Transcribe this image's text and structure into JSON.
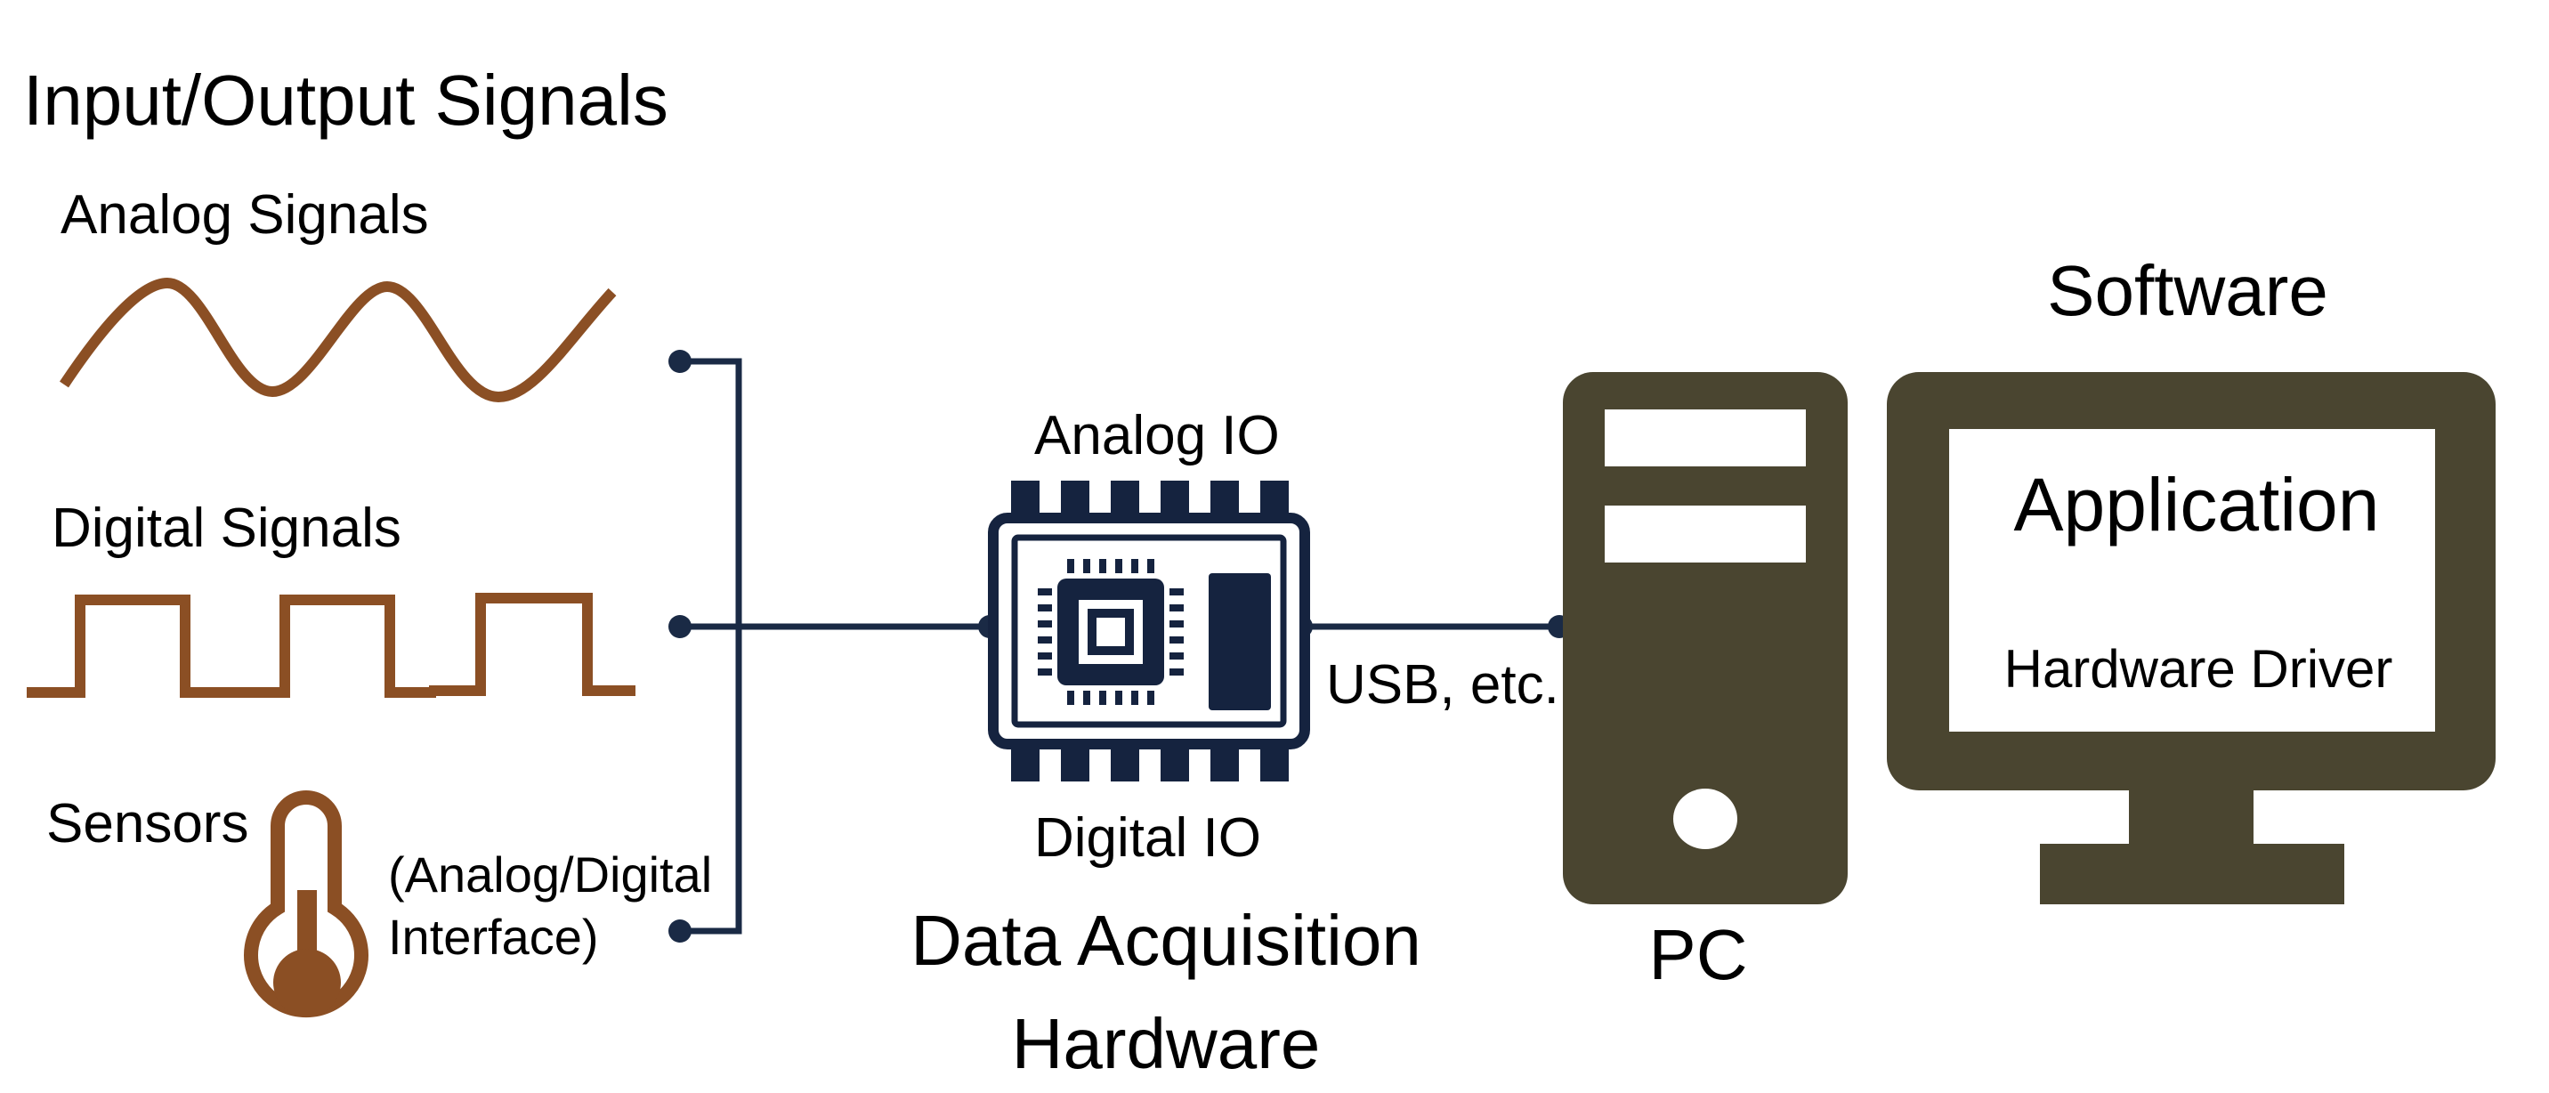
{
  "title": "Input/Output Signals",
  "signals": {
    "analog": "Analog Signals",
    "digital": "Digital Signals",
    "sensors": "Sensors",
    "sensor_interface_line1": "(Analog/Digital",
    "sensor_interface_line2": "Interface)"
  },
  "daq": {
    "analog_io": "Analog IO",
    "digital_io": "Digital IO",
    "name_line1": "Data Acquisition",
    "name_line2": "Hardware"
  },
  "connection": {
    "usb": "USB, etc."
  },
  "pc": {
    "label": "PC"
  },
  "software": {
    "label": "Software",
    "application": "Application",
    "driver": "Hardware Driver"
  },
  "colors": {
    "signal": "#8b4f24",
    "wire": "#1a2a45",
    "chip": "#15233f",
    "computer": "#4a4530"
  },
  "icons": [
    "sine-wave-icon",
    "square-wave-icon",
    "thermometer-icon",
    "chip-icon",
    "pc-tower-icon",
    "monitor-icon"
  ]
}
